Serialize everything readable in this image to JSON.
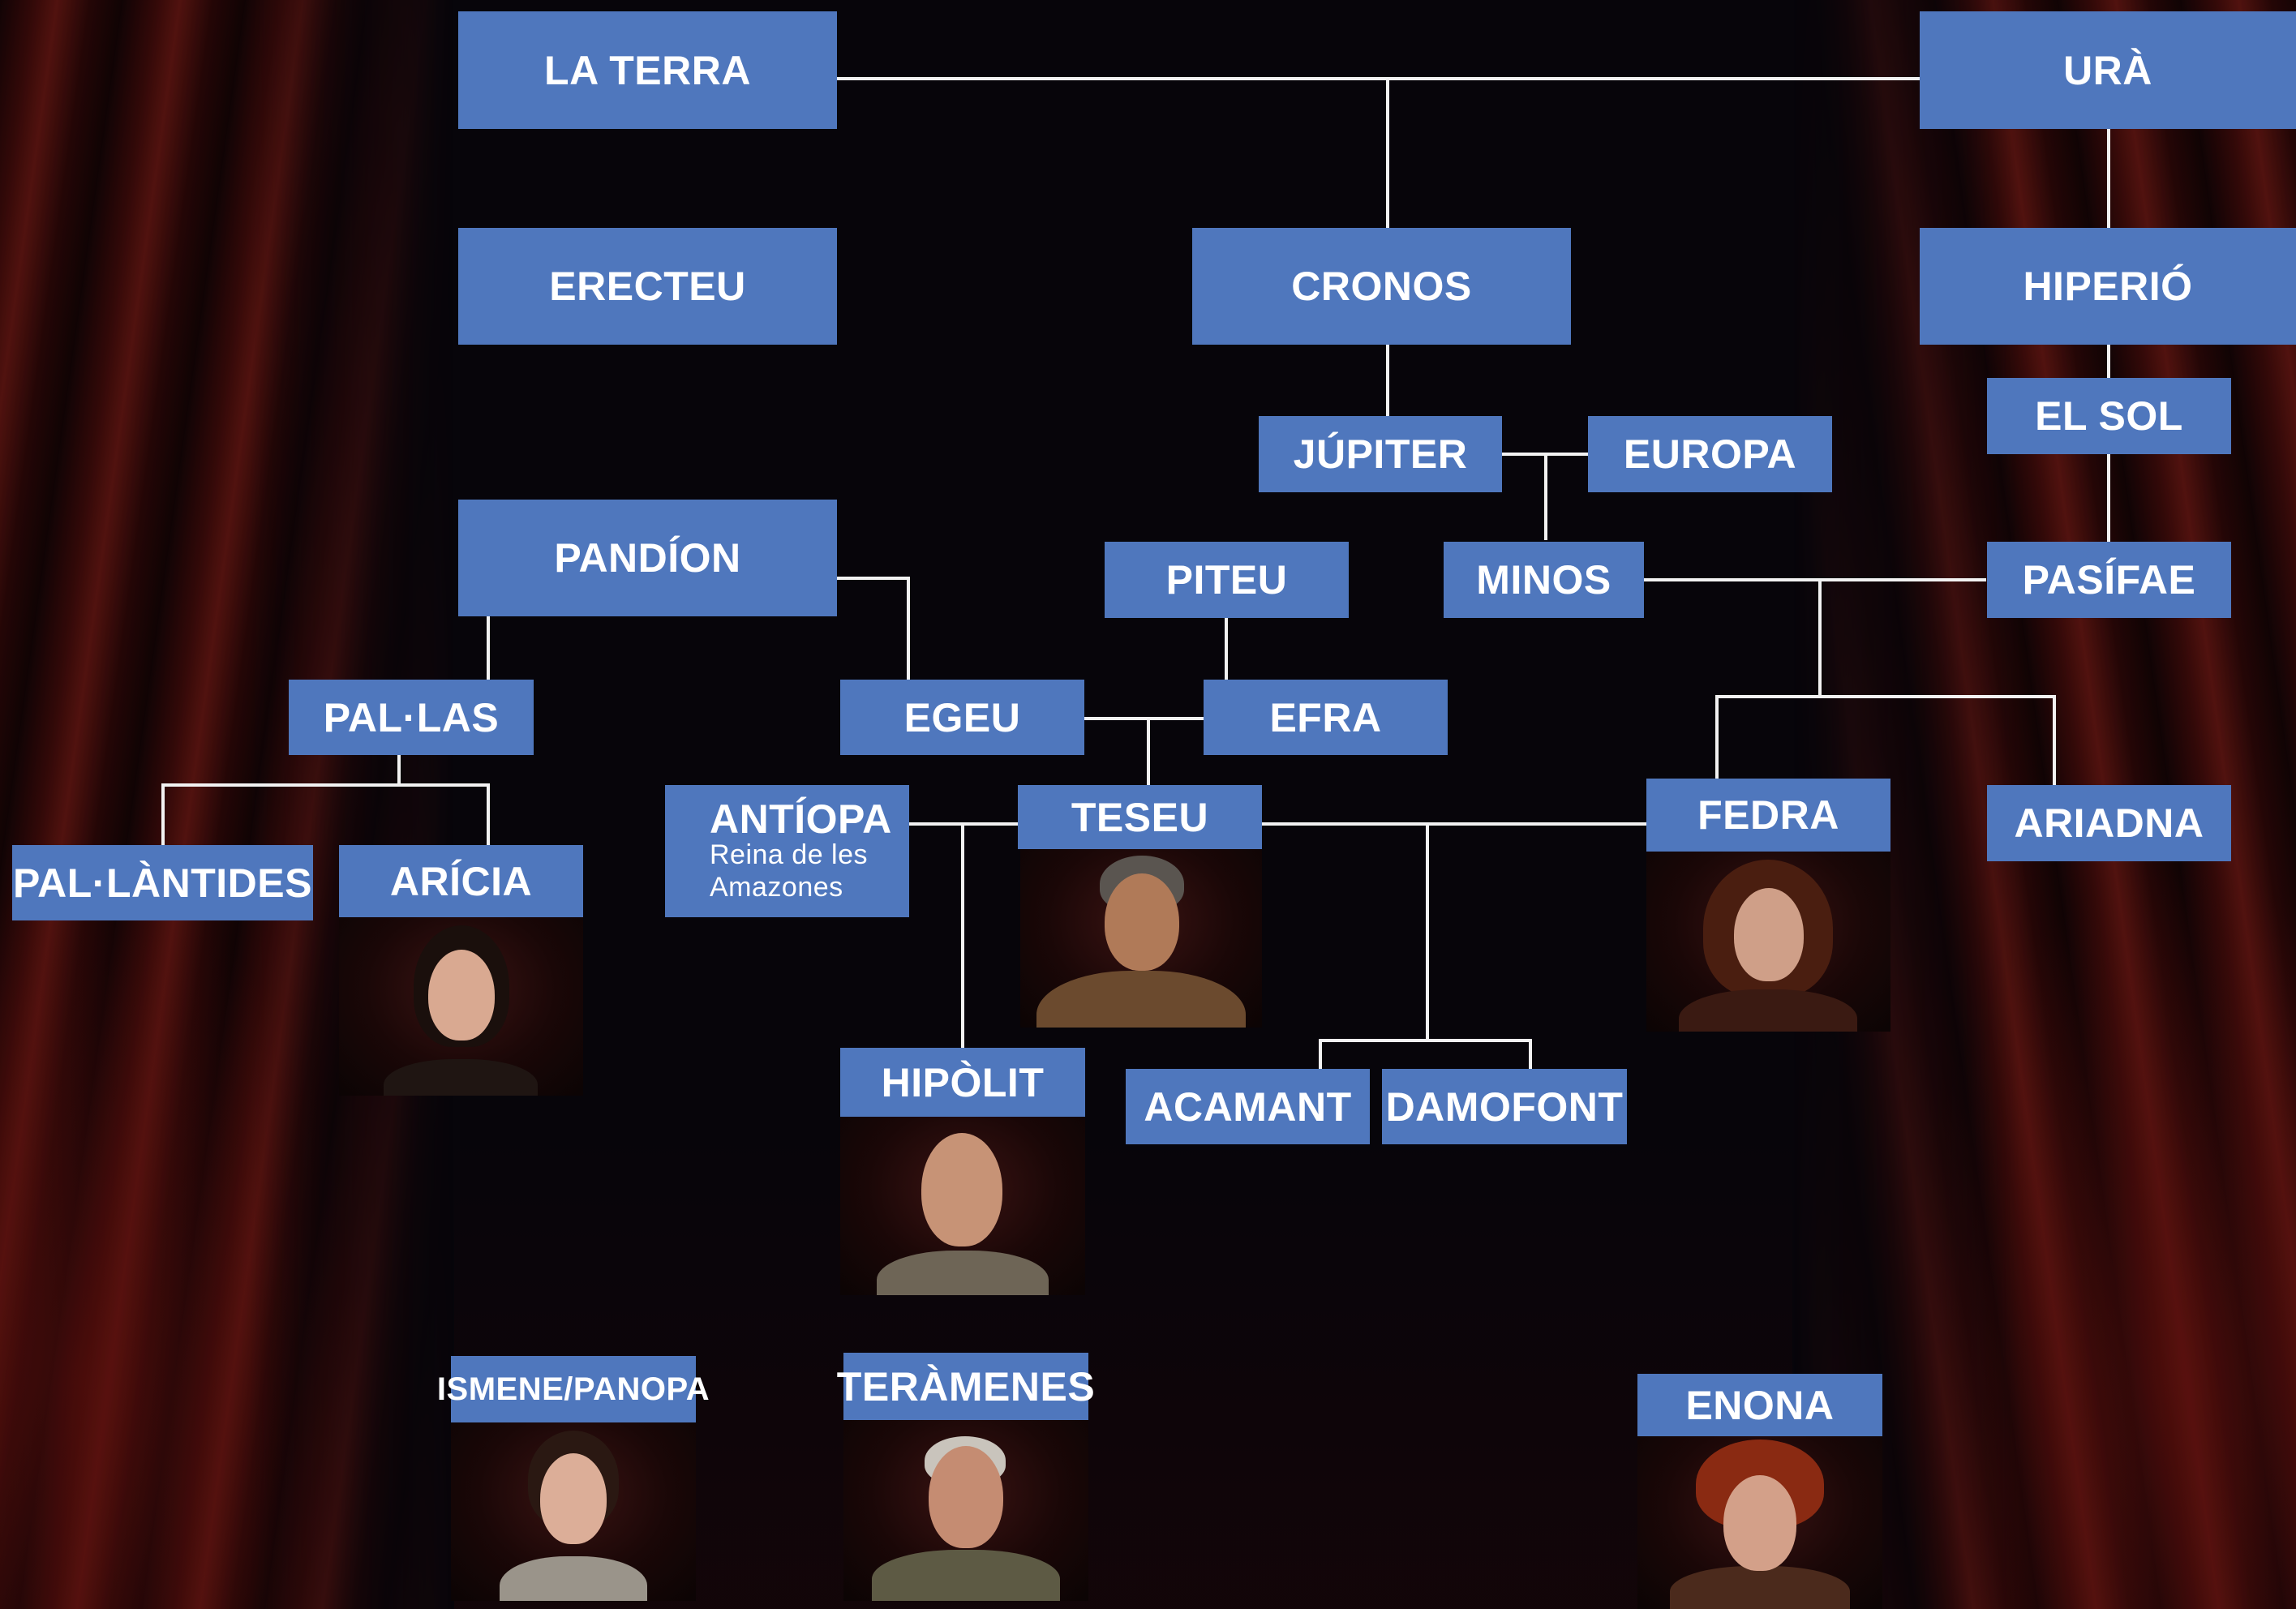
{
  "people": {
    "la_terra": "LA TERRA",
    "ura": "URÀ",
    "erecteu": "ERECTEU",
    "cronos": "CRONOS",
    "hiperio": "HIPERIÓ",
    "jupiter": "JÚPITER",
    "europa": "EUROPA",
    "el_sol": "EL SOL",
    "pandion": "PANDÍON",
    "piteu": "PITEU",
    "minos": "MINOS",
    "pasifae": "PASÍFAE",
    "pallas": "PAL·LAS",
    "egeu": "EGEU",
    "efra": "EFRA",
    "antiopa": "ANTÍOPA",
    "antiopa_sub_1": "Reina de les",
    "antiopa_sub_2": "Amazones",
    "teseu": "TESEU",
    "fedra": "FEDRA",
    "ariadna": "ARIADNA",
    "pallantides": "PAL·LÀNTIDES",
    "aricia": "ARÍCIA",
    "hipolit": "HIPÒLIT",
    "acamant": "ACAMANT",
    "damofont": "DAMOFONT",
    "ismene_panopa": "ISMENE/PANOPA",
    "teramenes": "TERÀMENES",
    "enona": "ENONA"
  },
  "colors": {
    "box": "#4f77bd",
    "text": "#ffffff",
    "line": "#f2f2f2",
    "background": "#07050a"
  }
}
